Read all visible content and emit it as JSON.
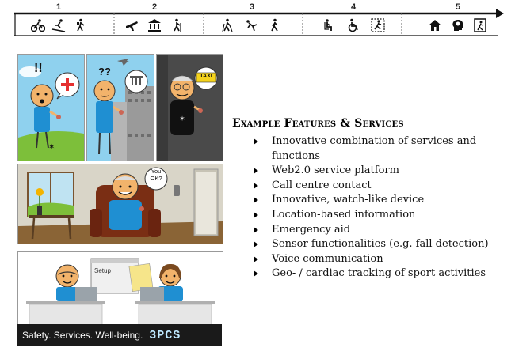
{
  "timeline": {
    "steps": [
      "1",
      "2",
      "3",
      "4",
      "5"
    ],
    "icons": [
      "cyclist-icon",
      "skier-icon",
      "hiker-icon",
      "airplane-icon",
      "museum-icon",
      "walker-with-pole-icon",
      "nordic-walker-icon",
      "falling-person-icon",
      "walking-person-icon",
      "seated-person-icon",
      "wheelchair-icon",
      "emergency-exit-icon",
      "house-icon",
      "head-profile-icon",
      "exit-door-icon"
    ]
  },
  "scenes": {
    "taxi_sign": "TAXI",
    "setup_label": "Setup",
    "speech_bubble": "You OK?",
    "caption": "Safety. Services. Well-being.",
    "logo": "3PCS"
  },
  "features": {
    "title": "Example Features & Services",
    "items": [
      "Innovative combination of services and functions",
      "Web2.0 service platform",
      "Call centre contact",
      "Innovative, watch-like device",
      "Location-based information",
      "Emergency aid",
      "Sensor functionalities (e.g. fall detection)",
      "Voice communication",
      "Geo- / cardiac tracking of sport activities"
    ]
  },
  "colors": {
    "shirt_blue": "#1f8fd2",
    "sky_blue": "#8fd1ee",
    "grass_green": "#7dbf3a",
    "caption_bg": "#1a1a1a"
  }
}
